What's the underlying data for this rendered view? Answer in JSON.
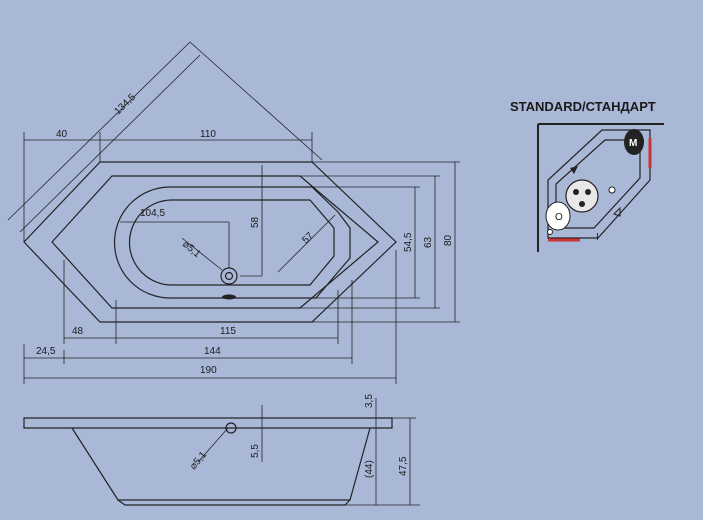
{
  "title": "STANDARD/СТАНДАРТ",
  "dims": {
    "diag": "134,5",
    "w40": "40",
    "w110": "110",
    "w104": "104,5",
    "d58": "58",
    "drain": "⌀5,1",
    "r57": "57",
    "h545": "54,5",
    "h63": "63",
    "h80": "80",
    "w48": "48",
    "w115": "115",
    "w245": "24,5",
    "w144": "144",
    "w190": "190",
    "s35": "3,5",
    "s55": "5,5",
    "s51": "⌀5,1",
    "s44": "(44)",
    "s475": "47,5"
  },
  "legend": {
    "m": "M",
    "o": "O",
    "i": "I"
  }
}
